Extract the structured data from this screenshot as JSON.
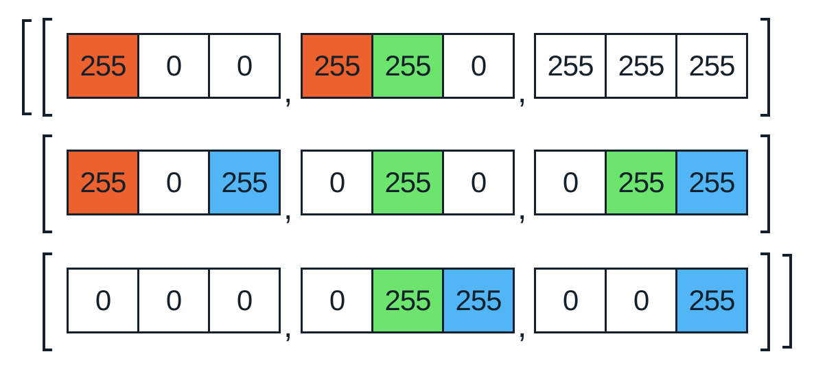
{
  "colors": {
    "red": "#ec612d",
    "green": "#6de46d",
    "blue": "#52b6f6",
    "white": "#ffffff",
    "ink": "#13202b"
  },
  "separator": ",",
  "rows": [
    {
      "pixels": [
        [
          {
            "value": "255",
            "color": "red"
          },
          {
            "value": "0",
            "color": "white"
          },
          {
            "value": "0",
            "color": "white"
          }
        ],
        [
          {
            "value": "255",
            "color": "red"
          },
          {
            "value": "255",
            "color": "green"
          },
          {
            "value": "0",
            "color": "white"
          }
        ],
        [
          {
            "value": "255",
            "color": "white"
          },
          {
            "value": "255",
            "color": "white"
          },
          {
            "value": "255",
            "color": "white"
          }
        ]
      ]
    },
    {
      "pixels": [
        [
          {
            "value": "255",
            "color": "red"
          },
          {
            "value": "0",
            "color": "white"
          },
          {
            "value": "255",
            "color": "blue"
          }
        ],
        [
          {
            "value": "0",
            "color": "white"
          },
          {
            "value": "255",
            "color": "green"
          },
          {
            "value": "0",
            "color": "white"
          }
        ],
        [
          {
            "value": "0",
            "color": "white"
          },
          {
            "value": "255",
            "color": "green"
          },
          {
            "value": "255",
            "color": "blue"
          }
        ]
      ]
    },
    {
      "pixels": [
        [
          {
            "value": "0",
            "color": "white"
          },
          {
            "value": "0",
            "color": "white"
          },
          {
            "value": "0",
            "color": "white"
          }
        ],
        [
          {
            "value": "0",
            "color": "white"
          },
          {
            "value": "255",
            "color": "green"
          },
          {
            "value": "255",
            "color": "blue"
          }
        ],
        [
          {
            "value": "0",
            "color": "white"
          },
          {
            "value": "0",
            "color": "white"
          },
          {
            "value": "255",
            "color": "blue"
          }
        ]
      ]
    }
  ]
}
